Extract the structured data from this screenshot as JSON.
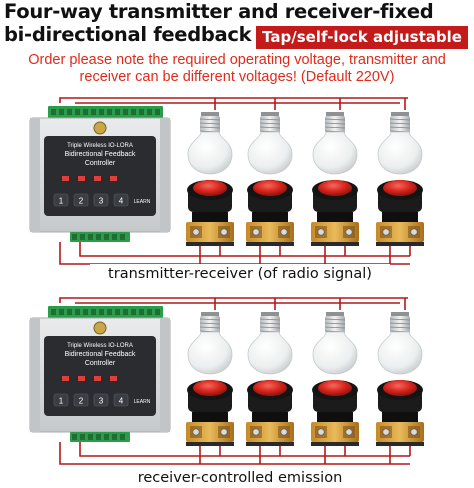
{
  "title_line1": "Four-way transmitter and receiver-fixed",
  "title_line2": "bi-directional feedback",
  "badge": "Tap/self-lock adjustable",
  "notice": {
    "line1": "Order please note the required operating voltage, transmitter and",
    "line2": "receiver can be different voltages! (Default 220V)"
  },
  "sections": [
    {
      "label": "transmitter-receiver (of radio signal)"
    },
    {
      "label": "receiver-controlled emission"
    }
  ],
  "device": {
    "title_lines": [
      "Triple Wireless IO-LORA",
      "Bidirectional Feedback",
      "Controller"
    ],
    "keys": [
      "1",
      "2",
      "3",
      "4"
    ],
    "learn_label": "LEARN"
  },
  "colors": {
    "wire": "#b21818",
    "badge": "#c41a1a",
    "notice": "#e12a1a",
    "device_body": "#d9dcdd",
    "device_panel": "#2a2c30",
    "terminal": "#2d9c4a",
    "button_cap": "#d7241c"
  },
  "icons": [
    "bulb-icon",
    "push-button-icon",
    "controller-device-icon"
  ]
}
